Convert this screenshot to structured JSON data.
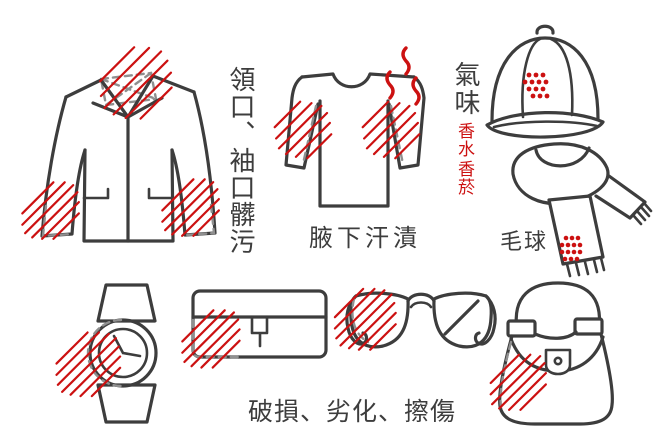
{
  "palette": {
    "outline": "#3d3d3d",
    "outline_muted": "#8f8f8f",
    "accent_red": "#cc1111",
    "background": "#ffffff"
  },
  "labels": {
    "collar_cuff_dirt": "領口、袖口髒污",
    "underarm_sweat": "腋下汗漬",
    "odor": "氣味",
    "odor_perfume": "香水",
    "odor_tobacco": "香菸",
    "pilling": "毛球",
    "damage_wear": "破損、劣化、擦傷"
  },
  "icons": [
    "jacket-icon",
    "long-sleeve-shirt-icon",
    "odor-waves-icon",
    "baseball-cap-icon",
    "scarf-icon",
    "wristwatch-icon",
    "wallet-icon",
    "sunglasses-icon",
    "handbag-icon"
  ]
}
